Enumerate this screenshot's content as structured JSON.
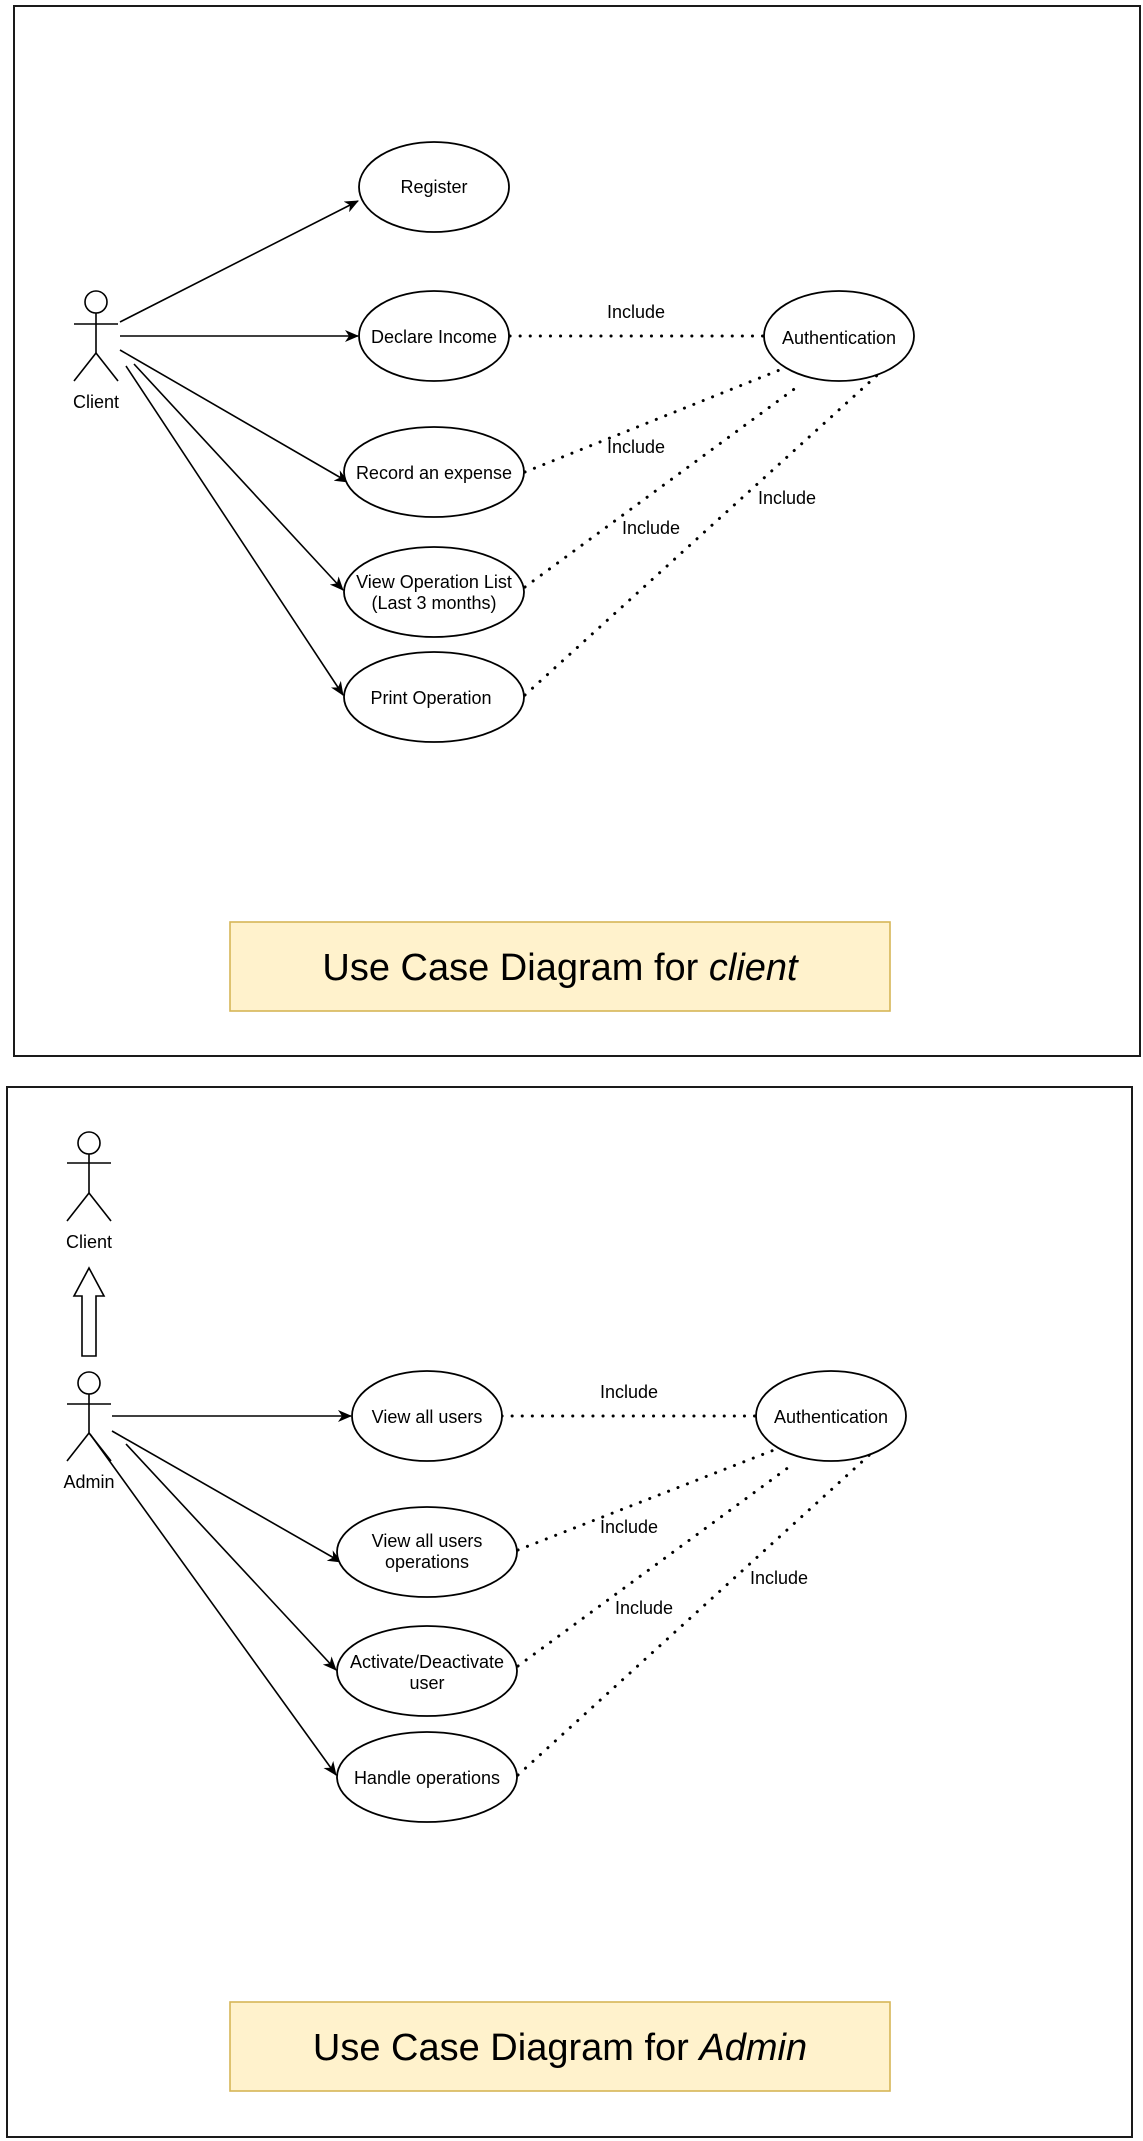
{
  "client_diagram": {
    "actor": "Client",
    "use_cases": {
      "register": "Register",
      "declare_income": "Declare Income",
      "record_expense": "Record an expense",
      "view_operation_list": [
        "View Operation List",
        "(Last 3 months)"
      ],
      "print_operation": "Print Operation",
      "authentication": "Authentication"
    },
    "include_labels": [
      "Include",
      "Include",
      "Include",
      "Include"
    ],
    "title": {
      "prefix": "Use Case Diagram for ",
      "emphasis": "client"
    }
  },
  "admin_diagram": {
    "parent_actor": "Client",
    "actor": "Admin",
    "use_cases": {
      "view_all_users": "View all users",
      "view_all_users_operations": [
        "View all users",
        "operations"
      ],
      "activate_deactivate_user": [
        "Activate/Deactivate",
        "user"
      ],
      "handle_operations": "Handle operations",
      "authentication": "Authentication"
    },
    "include_labels": [
      "Include",
      "Include",
      "Include",
      "Include"
    ],
    "title": {
      "prefix": "Use Case Diagram for ",
      "emphasis": "Admin"
    }
  }
}
